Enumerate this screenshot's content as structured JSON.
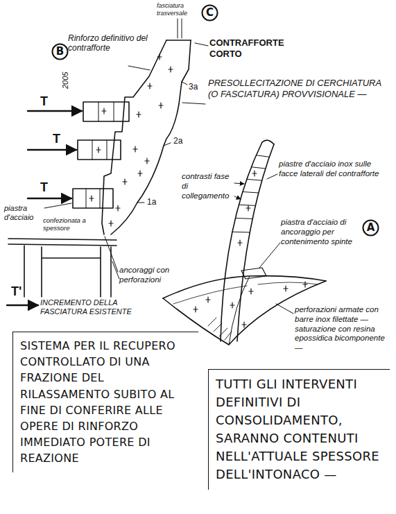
{
  "diagram": {
    "nodes": [
      {
        "text": [
          "C"
        ]
      },
      {
        "text": [
          "B"
        ]
      },
      {
        "text": [
          "A"
        ]
      },
      {
        "text": [
          "SISTEMA PER IL RECUPERO CONTROLLATO DI UNA FRAZIONE DEL RILASSAMENTO SUBITO AL FINE DI CONFERIRE ALLE OPERE DI RINFORZO IMMEDIATO POTERE DI REAZIONE"
        ]
      },
      {
        "text": [
          "TUTTI GLI INTERVENTI DEFINITIVI DI CONSOLIDAMENTO, SARANNO CONTENUTI NELL'ATTUALE SPESSORE DELL'INTONACO —"
        ]
      }
    ],
    "labels": [
      "fasciatura trasversale",
      "Rinforzo definitivo del contrafforte",
      "CONTRAFFORTE CORTO",
      "2005",
      "3a",
      "PRESOLLECITAZIONE DI CERCHIATURA (O FASCIATURA) PROVVISIONALE —",
      "T",
      "2a",
      "T",
      "contrasti fase di collegamento",
      "piastre d'acciaio inox sulle facce laterali del contrafforte",
      "T",
      "1a",
      "piastra d'acciaio",
      "confezionata a spessore",
      "piastra d'acciaio di ancoraggio per contenimento spinte",
      "ancoraggi con perforazioni",
      "perforazioni armate con barre inox filettate — saturazione con resina epossidica bicomponente —",
      "T'",
      "INCREMENTO DELLA FASCIATURA ESISTENTE"
    ]
  }
}
